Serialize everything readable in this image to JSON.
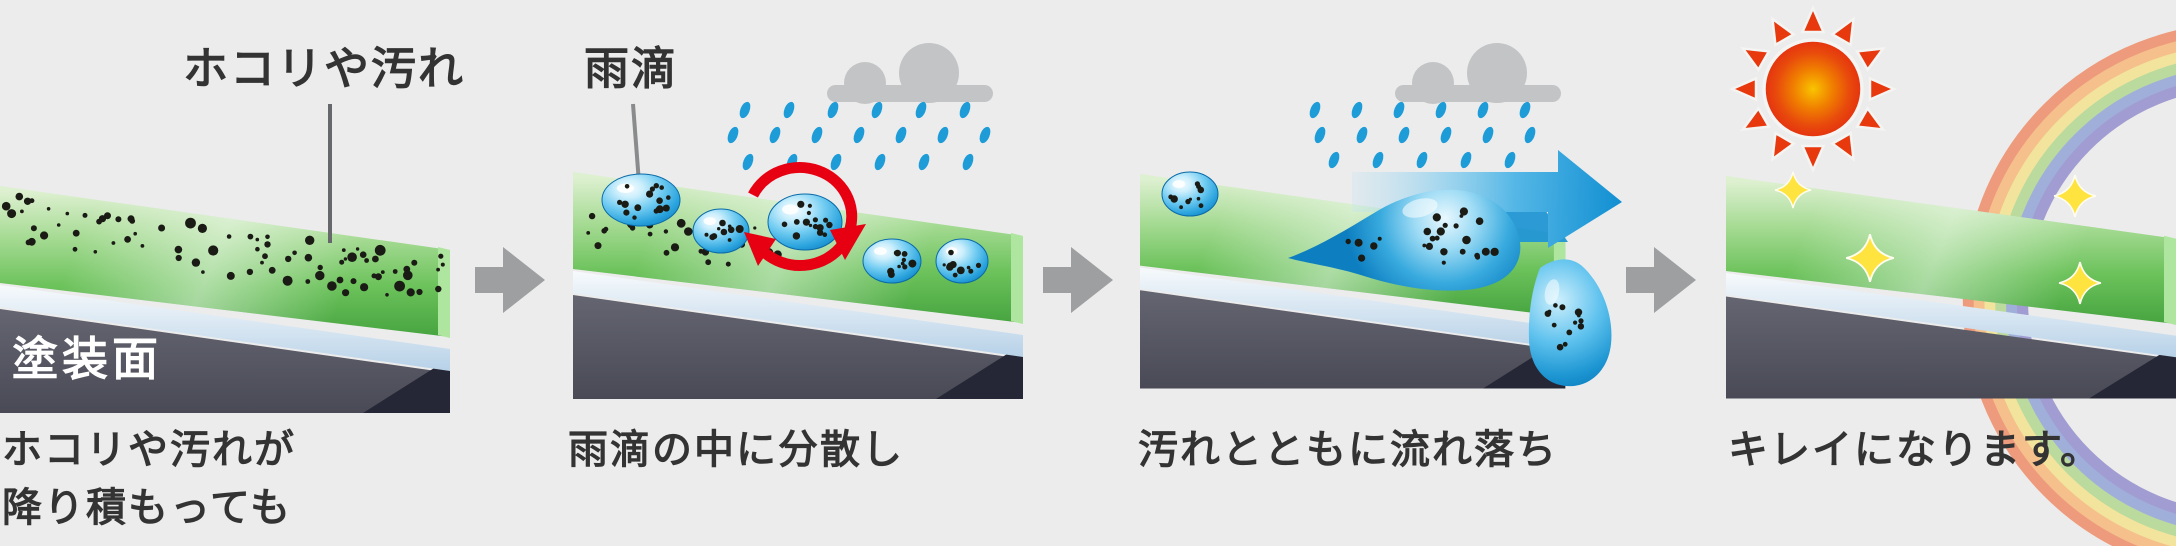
{
  "diagram": {
    "background": "#ececec",
    "steps": [
      {
        "callout_label": "ホコリや汚れ",
        "surface_label": "塗装面",
        "caption": [
          "ホコリや汚れが",
          "降り積もっても"
        ]
      },
      {
        "callout_label": "雨滴",
        "caption": [
          "雨滴の中に分散し"
        ]
      },
      {
        "caption": [
          "汚れとともに流れ落ち"
        ]
      },
      {
        "caption": [
          "キレイになります。"
        ]
      }
    ],
    "colors": {
      "coating_green": "#5bb54e",
      "primer_white": "#c9dcee",
      "painted_surface_dark": "#54555f",
      "base_side_navy": "#252736",
      "water_blue": "#2196d4",
      "dirt_black": "#1b1b15",
      "rain_blue": "#1e9cd7",
      "rotation_arrow_red": "#e60012",
      "flow_arrow_blue": "#1496d6",
      "step_arrow_gray": "#9e9fa0",
      "sun_red": "#e8380d",
      "sun_core_yellow": "#f9c400",
      "sparkle_yellow": "#ffe33f",
      "cloud_gray": "#c2c4c6"
    }
  }
}
